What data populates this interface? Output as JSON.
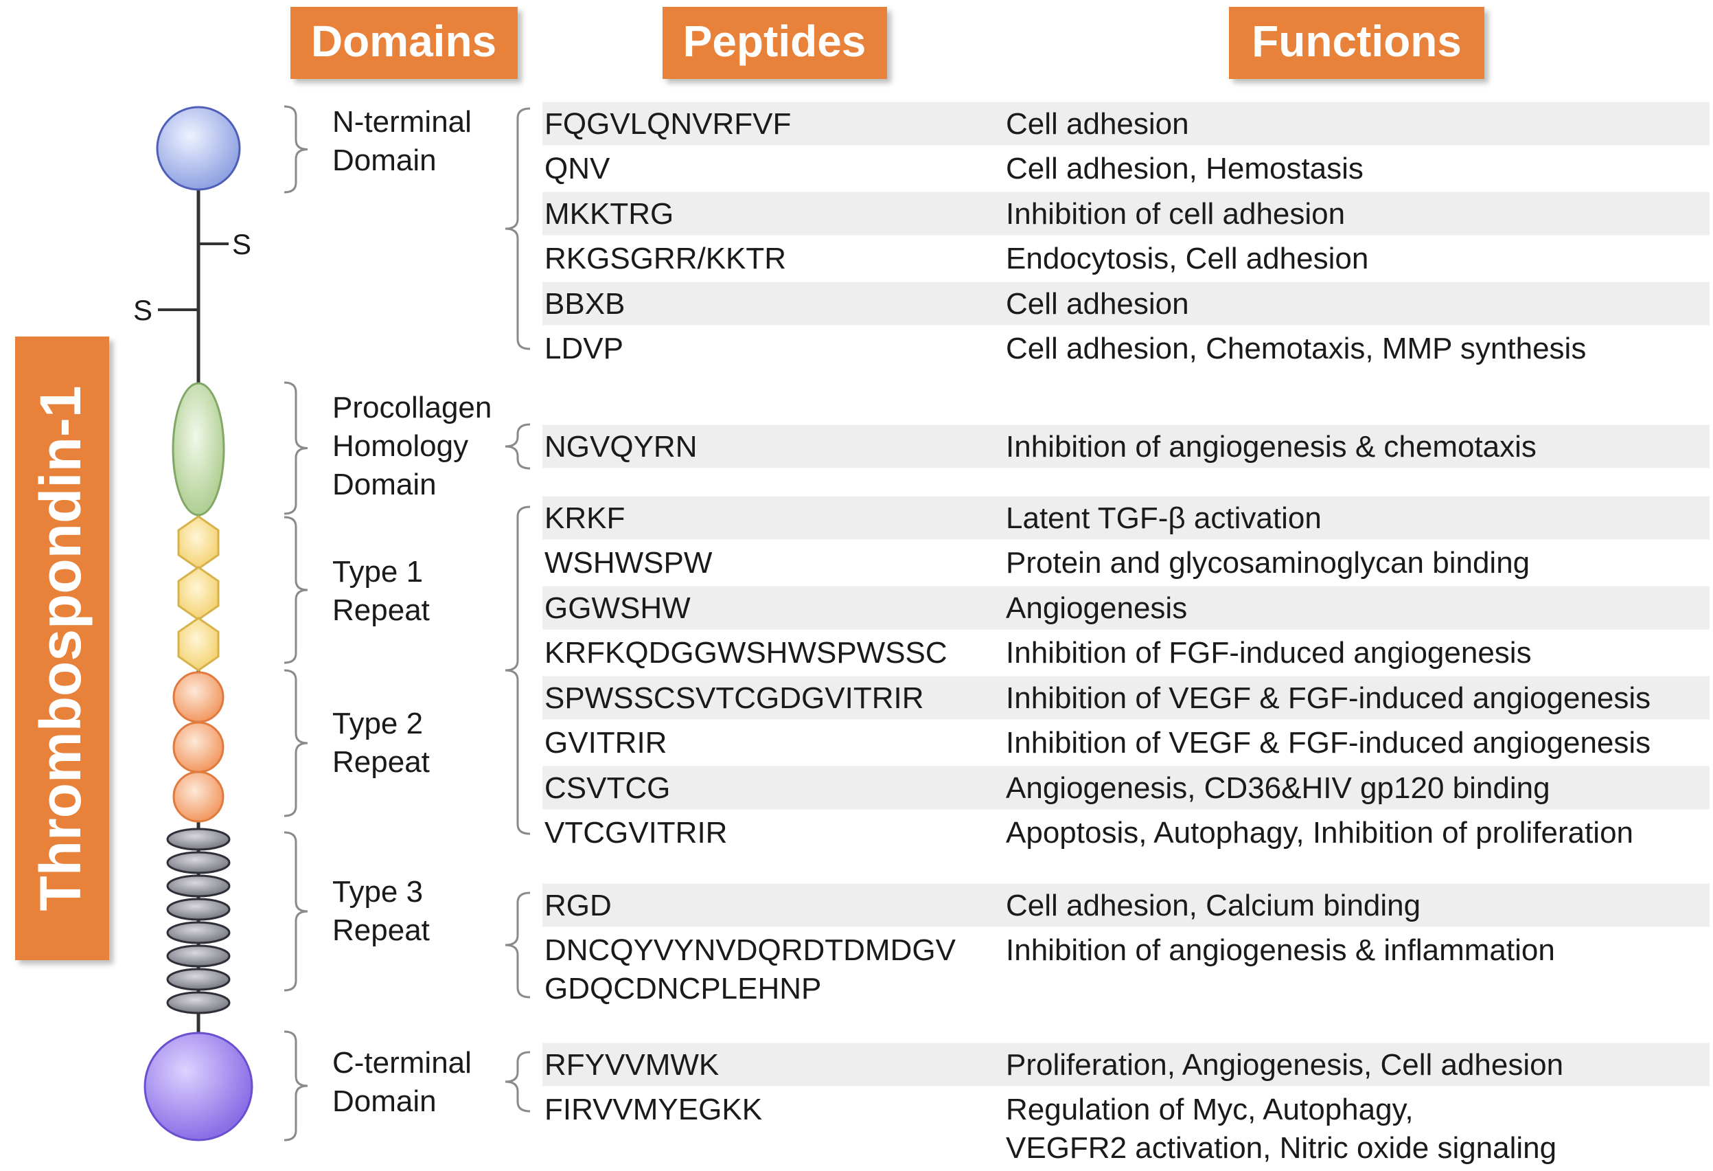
{
  "title": "Thrombospondin-1",
  "headers": {
    "domains": "Domains",
    "peptides": "Peptides",
    "functions": "Functions"
  },
  "disulfide_label": "S",
  "colors": {
    "header_bg": "#e8823a",
    "row_shade": "#eeeeee",
    "n_terminal": "#aab7e8",
    "procollagen": "#c6ddb0",
    "type1": "#f9dc8a",
    "type2": "#f6b082",
    "type3": "#9a9aa4",
    "c_terminal": "#9f86ec"
  },
  "domains": [
    {
      "name": "N-terminal Domain",
      "lines": [
        "N-terminal",
        "Domain"
      ],
      "shape": "sphere"
    },
    {
      "name": "Procollagen Homology Domain",
      "lines": [
        "Procollagen",
        "Homology",
        "Domain"
      ],
      "shape": "ellipse"
    },
    {
      "name": "Type 1 Repeat",
      "lines": [
        "Type 1",
        "Repeat"
      ],
      "shape": "hexagon",
      "units": 3
    },
    {
      "name": "Type 2 Repeat",
      "lines": [
        "Type 2",
        "Repeat"
      ],
      "shape": "circle",
      "units": 3
    },
    {
      "name": "Type 3 Repeat",
      "lines": [
        "Type 3",
        "Repeat"
      ],
      "shape": "disc",
      "units": 8
    },
    {
      "name": "C-terminal Domain",
      "lines": [
        "C-terminal",
        "Domain"
      ],
      "shape": "sphere"
    }
  ],
  "rows": [
    {
      "peptide": [
        "FQGVLQNVRFVF"
      ],
      "function": [
        "Cell adhesion"
      ],
      "shaded": true
    },
    {
      "peptide": [
        "QNV"
      ],
      "function": [
        "Cell adhesion, Hemostasis"
      ],
      "shaded": false
    },
    {
      "peptide": [
        "MKKTRG"
      ],
      "function": [
        "Inhibition of cell adhesion"
      ],
      "shaded": true
    },
    {
      "peptide": [
        "RKGSGRR/KKTR"
      ],
      "function": [
        "Endocytosis, Cell adhesion"
      ],
      "shaded": false
    },
    {
      "peptide": [
        "BBXB"
      ],
      "function": [
        "Cell adhesion"
      ],
      "shaded": true
    },
    {
      "peptide": [
        "LDVP"
      ],
      "function": [
        "Cell adhesion, Chemotaxis, MMP synthesis"
      ],
      "shaded": false
    },
    {
      "peptide": [
        "NGVQYRN"
      ],
      "function": [
        "Inhibition of angiogenesis & chemotaxis"
      ],
      "shaded": true
    },
    {
      "peptide": [
        "KRKF"
      ],
      "function": [
        "Latent TGF-β activation"
      ],
      "shaded": true
    },
    {
      "peptide": [
        "WSHWSPW"
      ],
      "function": [
        "Protein and glycosaminoglycan binding"
      ],
      "shaded": false
    },
    {
      "peptide": [
        "GGWSHW"
      ],
      "function": [
        "Angiogenesis"
      ],
      "shaded": true
    },
    {
      "peptide": [
        "KRFKQDGGWSHWSPWSSC"
      ],
      "function": [
        "Inhibition of FGF-induced angiogenesis"
      ],
      "shaded": false
    },
    {
      "peptide": [
        "SPWSSCSVTCGDGVITRIR"
      ],
      "function": [
        "Inhibition of VEGF & FGF-induced angiogenesis"
      ],
      "shaded": true
    },
    {
      "peptide": [
        "GVITRIR"
      ],
      "function": [
        "Inhibition of VEGF & FGF-induced angiogenesis"
      ],
      "shaded": false
    },
    {
      "peptide": [
        "CSVTCG"
      ],
      "function": [
        "Angiogenesis, CD36&HIV gp120 binding"
      ],
      "shaded": true
    },
    {
      "peptide": [
        "VTCGVITRIR"
      ],
      "function": [
        "Apoptosis, Autophagy, Inhibition of proliferation"
      ],
      "shaded": false
    },
    {
      "peptide": [
        "RGD"
      ],
      "function": [
        "Cell adhesion, Calcium binding"
      ],
      "shaded": true
    },
    {
      "peptide": [
        "DNCQYVYNVDQRDTDMDGV",
        "GDQCDNCPLEHNP"
      ],
      "function": [
        "Inhibition of angiogenesis & inflammation"
      ],
      "shaded": false
    },
    {
      "peptide": [
        "RFYVVMWK"
      ],
      "function": [
        "Proliferation, Angiogenesis, Cell adhesion"
      ],
      "shaded": true
    },
    {
      "peptide": [
        "FIRVVMYEGKK"
      ],
      "function": [
        "Regulation of Myc, Autophagy,",
        "VEGFR2 activation, Nitric oxide signaling"
      ],
      "shaded": false
    }
  ]
}
